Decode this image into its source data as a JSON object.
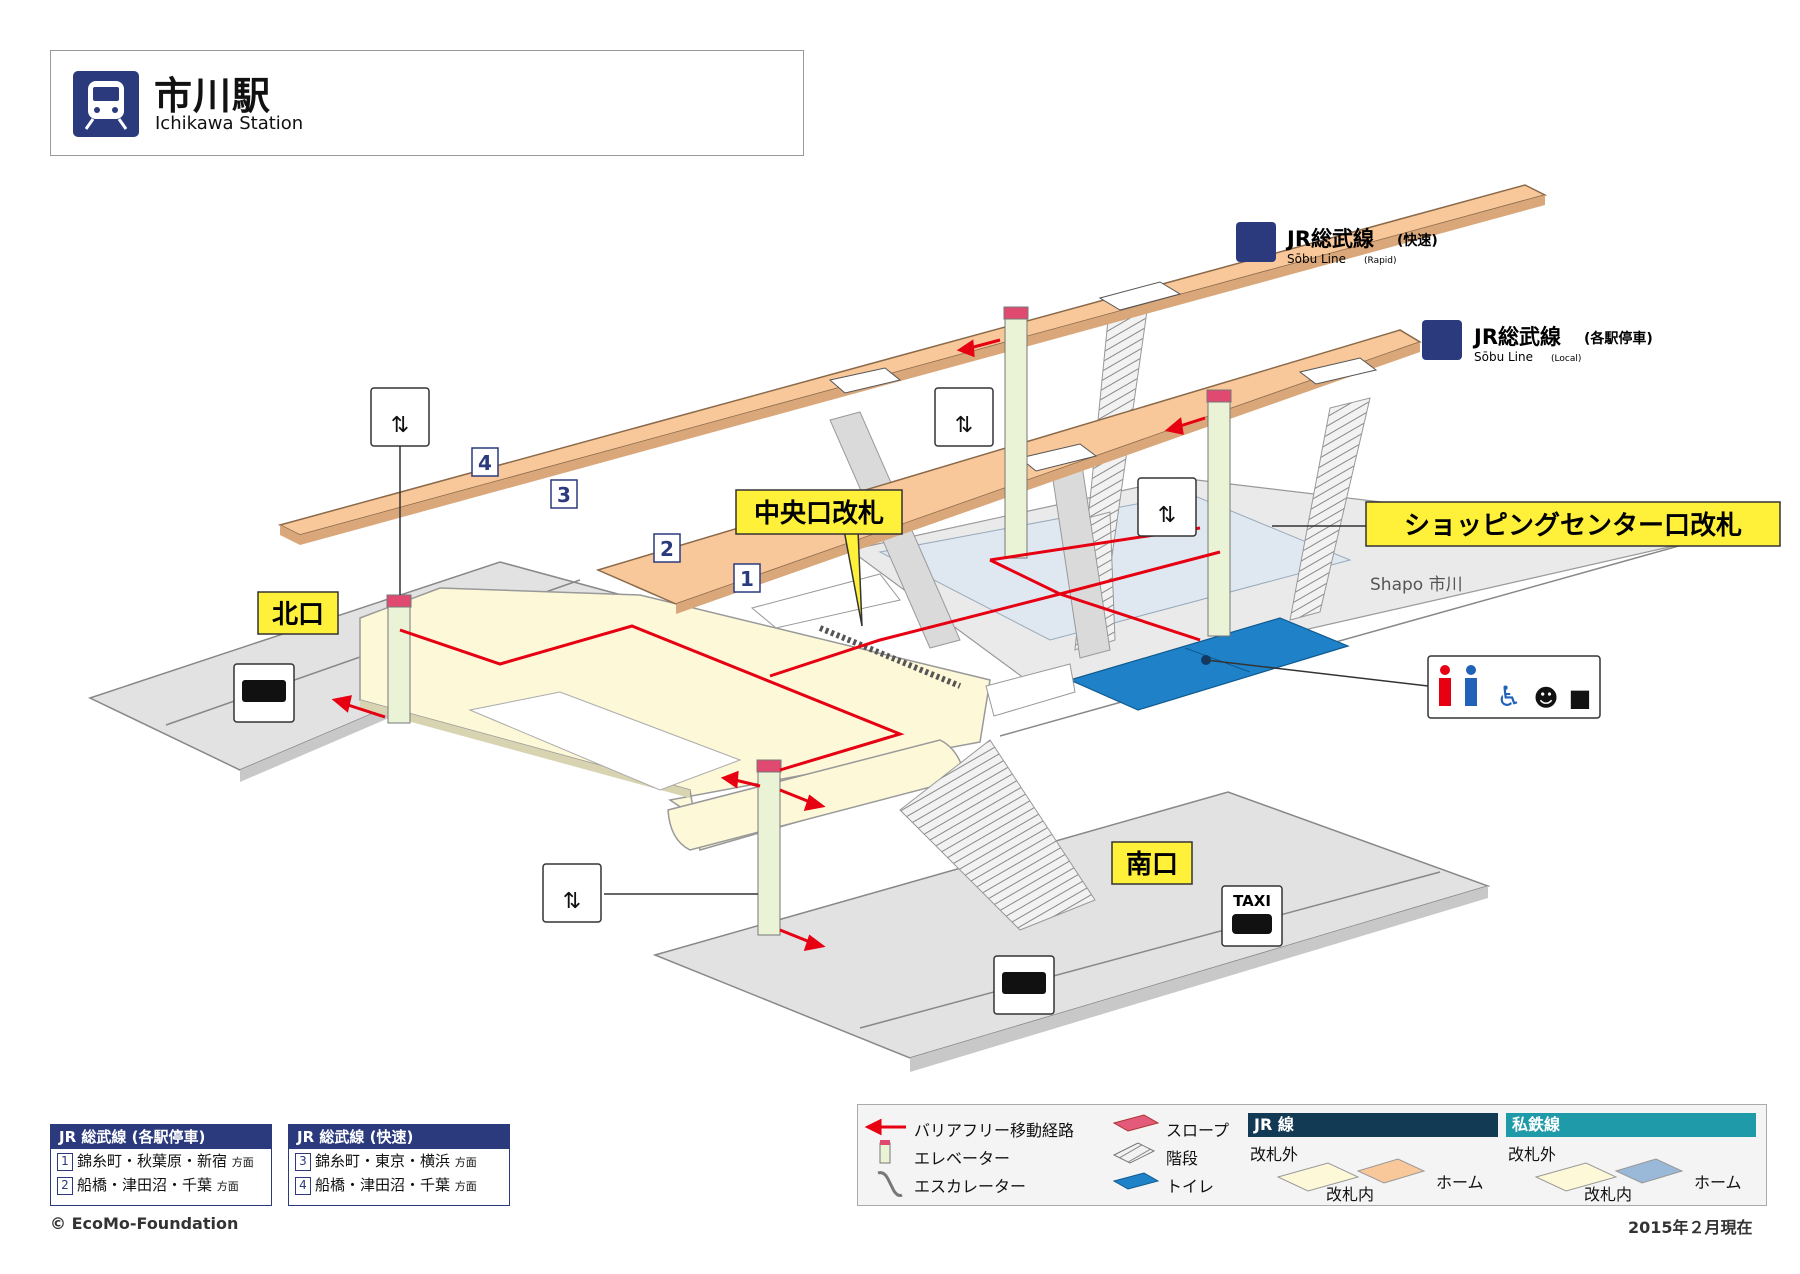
{
  "header": {
    "title_jp": "市川駅",
    "title_en": "Ichikawa Station"
  },
  "lines": {
    "rapid": {
      "name_jp": "JR総武線",
      "kind_jp": "(快速)",
      "name_en": "Sōbu Line",
      "kind_en": "(Rapid)"
    },
    "local": {
      "name_jp": "JR総武線",
      "kind_jp": "(各駅停車)",
      "name_en": "Sōbu Line",
      "kind_en": "(Local)"
    }
  },
  "platform_numbers": [
    "1",
    "2",
    "3",
    "4"
  ],
  "labels": {
    "central_gate": "中央口改札",
    "shopping_gate": "ショッピングセンター口改札",
    "shapo": "Shapo 市川",
    "north_exit": "北口",
    "south_exit": "南口",
    "taxi": "TAXI"
  },
  "destinations": {
    "local": {
      "header": "総武線 (各駅停車)",
      "rows": [
        {
          "num": "1",
          "text": "錦糸町・秋葉原・新宿",
          "dir": "方面"
        },
        {
          "num": "2",
          "text": "船橋・津田沼・千葉",
          "dir": "方面"
        }
      ]
    },
    "rapid": {
      "header": "総武線 (快速)",
      "rows": [
        {
          "num": "3",
          "text": "錦糸町・東京・横浜",
          "dir": "方面"
        },
        {
          "num": "4",
          "text": "船橋・津田沼・千葉",
          "dir": "方面"
        }
      ]
    }
  },
  "legend": {
    "barrier_free": "バリアフリー移動経路",
    "elevator": "エレベーター",
    "escalator": "エスカレーター",
    "slope": "スロープ",
    "stairs": "階段",
    "toilet": "トイレ",
    "jr_header": "JR 線",
    "private_header": "私鉄線",
    "outside_gate": "改札外",
    "inside_gate": "改札内",
    "platform": "ホーム"
  },
  "footer": {
    "copyright": "© EcoMo-Foundation",
    "as_of": "2015年２月現在"
  },
  "colors": {
    "navy": "#2a3a7d",
    "platform_orange": "#f8c79a",
    "concourse_cream": "#fdf8d8",
    "ground_gray": "#e2e2e2",
    "shop_blue": "#dfe8f0",
    "toilet_blue": "#1f82c8",
    "route_red": "#e60012",
    "label_yellow": "#fff13a",
    "jr_header": "#123a55",
    "private_header": "#1e9aa8"
  }
}
